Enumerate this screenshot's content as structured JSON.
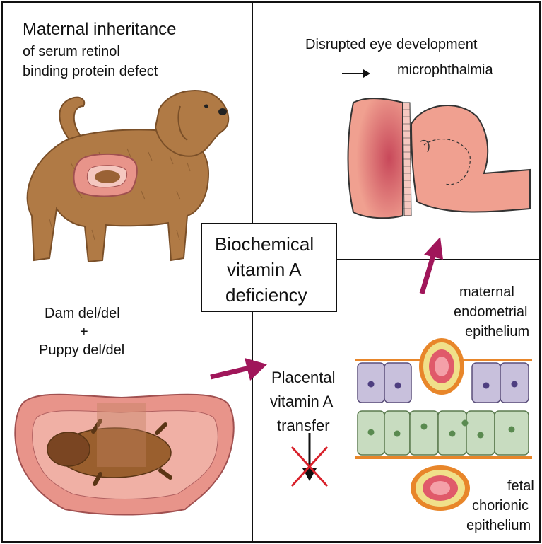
{
  "left_panel": {
    "title_line1": "Maternal inheritance",
    "title_line2": "of serum retinol",
    "title_line3": "binding protein defect",
    "genotype_line1": "Dam del/del",
    "genotype_plus": "+",
    "genotype_line2": "Puppy del/del"
  },
  "top_right_panel": {
    "line1": "Disrupted eye development",
    "line2": "microphthalmia"
  },
  "center_box": {
    "line1": "Biochemical",
    "line2": "vitamin A",
    "line3": "deficiency"
  },
  "bottom_right_panel": {
    "maternal_line1": "maternal",
    "maternal_line2": "endometrial",
    "maternal_line3": "epithelium",
    "placental_line1": "Placental",
    "placental_line2": "vitamin A",
    "placental_line3": "transfer",
    "fetal_line1": "fetal",
    "fetal_line2": "chorionic",
    "fetal_line3": "epithelium"
  },
  "colors": {
    "border": "#111111",
    "arrow_magenta": "#a0165a",
    "dog_fur": "#b07a45",
    "uterus_pink": "#e8948a",
    "cell_purple": "#c8c0dc",
    "cell_green": "#c8dcc0",
    "orange_line": "#e8862a",
    "cross_red": "#d8202a"
  }
}
